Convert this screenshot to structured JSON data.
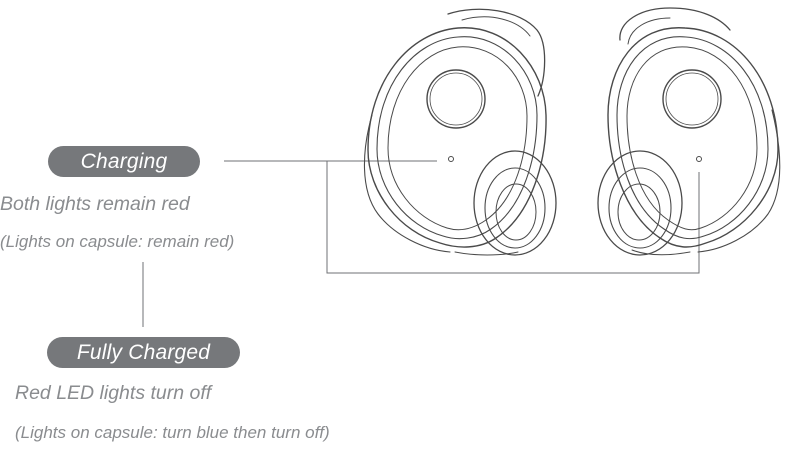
{
  "charging": {
    "label": "Charging",
    "description": "Both lights remain red",
    "capsule_note": "(Lights on capsule: remain red)"
  },
  "fully_charged": {
    "label": "Fully Charged",
    "description": "Red LED lights turn off",
    "capsule_note": "(Lights on capsule: turn blue then turn off)"
  },
  "colors": {
    "pill_bg": "#76787b",
    "text": "#8a8c8f",
    "line_art": "#555555"
  }
}
